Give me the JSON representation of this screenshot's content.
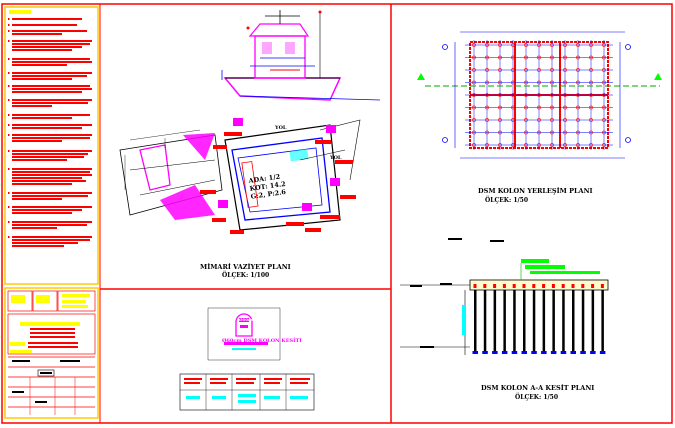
{
  "sheet": {
    "frame_color": "#ff0000",
    "note_color": "#ff0000",
    "panel_bg": "#ffff00",
    "pile_color": "#00ffff",
    "beam_color": "#0000ff"
  },
  "drawings": {
    "plan_title": "MİMARİ VAZİYET PLANI",
    "plan_scale": "ÖLÇEK: 1/100",
    "pile_plan_title": "DSM KOLON YERLEŞİM PLANI",
    "pile_plan_scale": "ÖLÇEK: 1/50",
    "section_title": "DSM KOLON A-A KESİT PLANI",
    "section_scale": "ÖLÇEK: 1/50",
    "detail_title": "Ø60cm DSM KOLON KESİTİ",
    "detail_caption": "Ø60cm",
    "plan_center_text": [
      "ADA: 1/2",
      "KOT: 14.2",
      "G:2, P:2.6"
    ],
    "plan_road_label_1": "YOL",
    "plan_road_label_2": "YOL"
  }
}
